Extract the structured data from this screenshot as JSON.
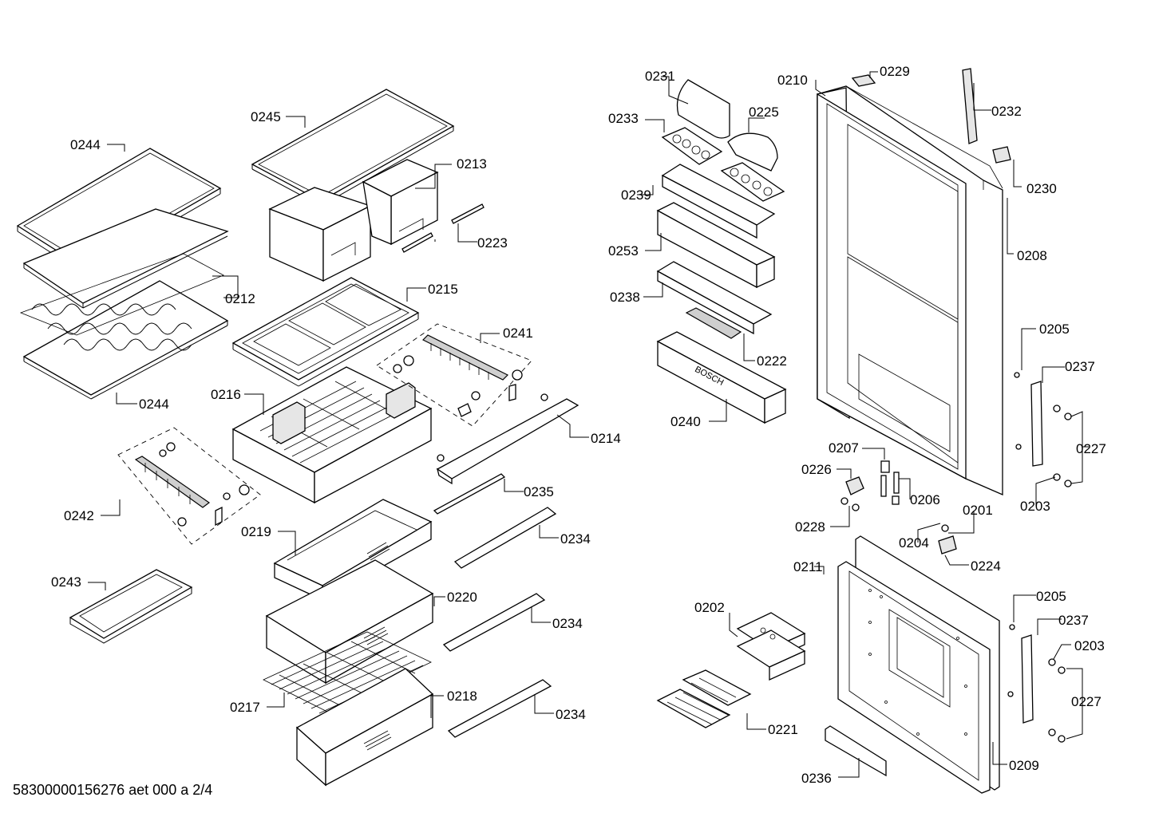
{
  "footer": {
    "doc_id": "58300000156276 aet 000 a 2/4"
  },
  "brand_mark": "BOSCH",
  "callouts": {
    "c0244a": "0244",
    "c0245": "0245",
    "c0213": "0213",
    "c0223": "0223",
    "c0212": "0212",
    "c0215": "0215",
    "c0241": "0241",
    "c0216": "0216",
    "c0244b": "0244",
    "c0214": "0214",
    "c0242": "0242",
    "c0235": "0235",
    "c0219": "0219",
    "c0234a": "0234",
    "c0243": "0243",
    "c0220": "0220",
    "c0234b": "0234",
    "c0217": "0217",
    "c0218": "0218",
    "c0234c": "0234",
    "c0231": "0231",
    "c0210": "0210",
    "c0229": "0229",
    "c0233": "0233",
    "c0225": "0225",
    "c0232": "0232",
    "c0239": "0239",
    "c0230": "0230",
    "c0253": "0253",
    "c0208": "0208",
    "c0238": "0238",
    "c0222": "0222",
    "c0205a": "0205",
    "c0240": "0240",
    "c0237a": "0237",
    "c0207": "0207",
    "c0227a": "0227",
    "c0226": "0226",
    "c0206": "0206",
    "c0203a": "0203",
    "c0228": "0228",
    "c0201": "0201",
    "c0204": "0204",
    "c0224": "0224",
    "c0211": "0211",
    "c0205b": "0205",
    "c0202": "0202",
    "c0237b": "0237",
    "c0203b": "0203",
    "c0227b": "0227",
    "c0221": "0221",
    "c0209": "0209",
    "c0236": "0236"
  }
}
